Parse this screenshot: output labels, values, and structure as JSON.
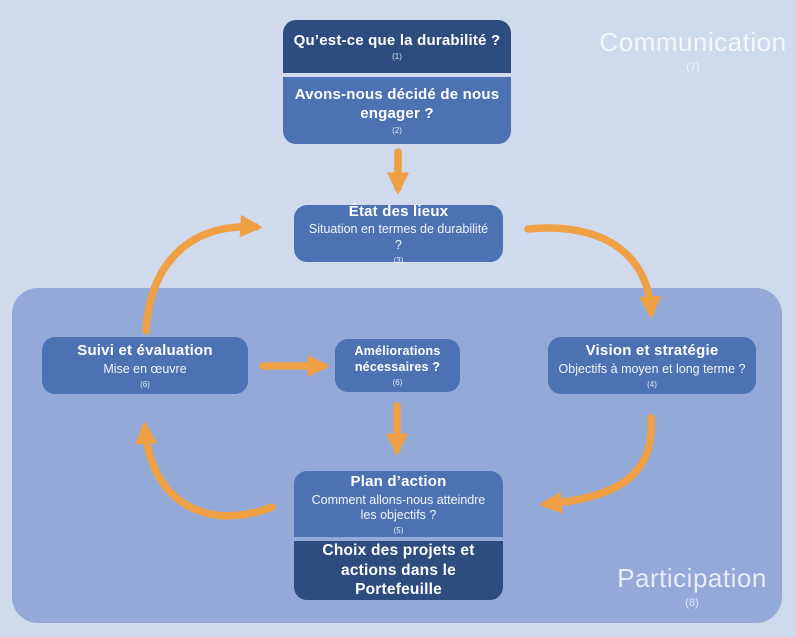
{
  "diagram": {
    "boxes": {
      "q1": {
        "title": "Qu’est-ce que la durabilité ?",
        "number": "(1)"
      },
      "q2": {
        "title": "Avons-nous décidé de nous engager ?",
        "number": "(2)"
      },
      "etat": {
        "title": "État des lieux",
        "subtitle": "Situation en termes de durabilité ?",
        "number": "(3)"
      },
      "vision": {
        "title": "Vision et stratégie",
        "subtitle": "Objectifs à moyen et long terme ?",
        "number": "(4)"
      },
      "plan": {
        "title": "Plan d’action",
        "subtitle": "Comment allons-nous atteindre les objectifs ?",
        "number": "(5)"
      },
      "suivi": {
        "title": "Suivi et évaluation",
        "subtitle": "Mise en œuvre",
        "number": "(6)"
      },
      "ameliorations": {
        "title": "Améliorations nécessaires ?",
        "number": "(6)"
      },
      "choix": {
        "title": "Choix des projets et actions dans le Portefeuille"
      }
    },
    "corner_labels": {
      "communication": {
        "title": "Communication",
        "number": "(7)"
      },
      "participation": {
        "title": "Participation",
        "number": "(8)"
      }
    },
    "colors": {
      "background": "#CFDAED",
      "container": "#93A9D8",
      "box_medium": "#4C72B3",
      "box_dark": "#2D4D7E",
      "arrow": "#F0A044",
      "text": "#FFFFFF"
    }
  }
}
